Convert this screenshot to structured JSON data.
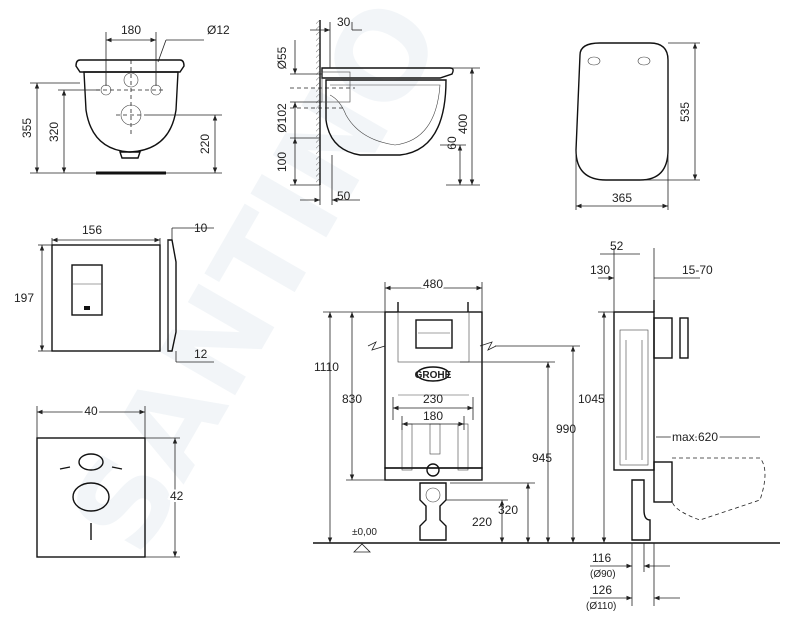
{
  "watermark": "SANTINO",
  "grohe_logo": "GROHE",
  "bowl_front": {
    "d180": "180",
    "d12": "Ø12",
    "d355": "355",
    "d320": "320",
    "d220": "220"
  },
  "bowl_side": {
    "d30": "30",
    "d55": "Ø55",
    "d102": "Ø102",
    "d100": "100",
    "d400": "400",
    "d60": "60",
    "d50": "50"
  },
  "bowl_top": {
    "d535": "535",
    "d365": "365"
  },
  "plate": {
    "d156": "156",
    "d197": "197",
    "d10": "10",
    "d12": "12"
  },
  "pad": {
    "d40": "40",
    "d42": "42"
  },
  "frame": {
    "d480": "480",
    "d1110": "1110",
    "d830": "830",
    "d230": "230",
    "d180": "180",
    "d990": "990",
    "d945": "945",
    "d320": "320",
    "d220": "220",
    "floor": "±0,00"
  },
  "frame_side": {
    "d52": "52",
    "d130": "130",
    "d1570": "15-70",
    "d1045": "1045",
    "max620": "max.620",
    "d116": "116",
    "d90": "(Ø90)",
    "d126": "126",
    "d110": "(Ø110)"
  }
}
